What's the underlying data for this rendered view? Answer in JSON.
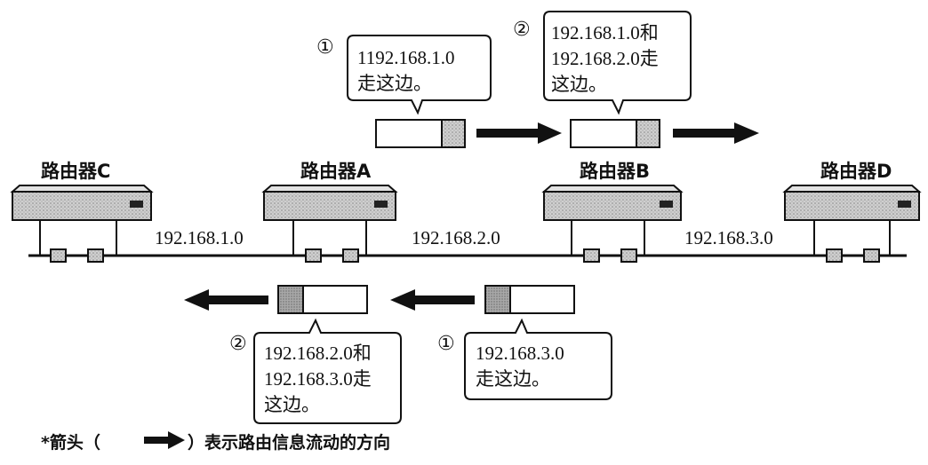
{
  "routers": {
    "c": "路由器C",
    "a": "路由器A",
    "b": "路由器B",
    "d": "路由器D"
  },
  "networks": {
    "n1": "192.168.1.0",
    "n2": "192.168.2.0",
    "n3": "192.168.3.0"
  },
  "callouts": {
    "top_left": {
      "num": "①",
      "line1": "1192.168.1.0",
      "line2": "走这边。"
    },
    "top_right": {
      "num": "②",
      "line1": "192.168.1.0和",
      "line2": "192.168.2.0走",
      "line3": "这边。"
    },
    "bottom_left": {
      "num": "②",
      "line1": "192.168.2.0和",
      "line2": "192.168.3.0走",
      "line3": "这边。"
    },
    "bottom_right": {
      "num": "①",
      "line1": "192.168.3.0",
      "line2": "走这边。"
    }
  },
  "legend": {
    "prefix": "*箭头（",
    "suffix": "）表示路由信息流动的方向"
  },
  "colors": {
    "ink": "#111111",
    "shade": "#bdbdbd"
  }
}
